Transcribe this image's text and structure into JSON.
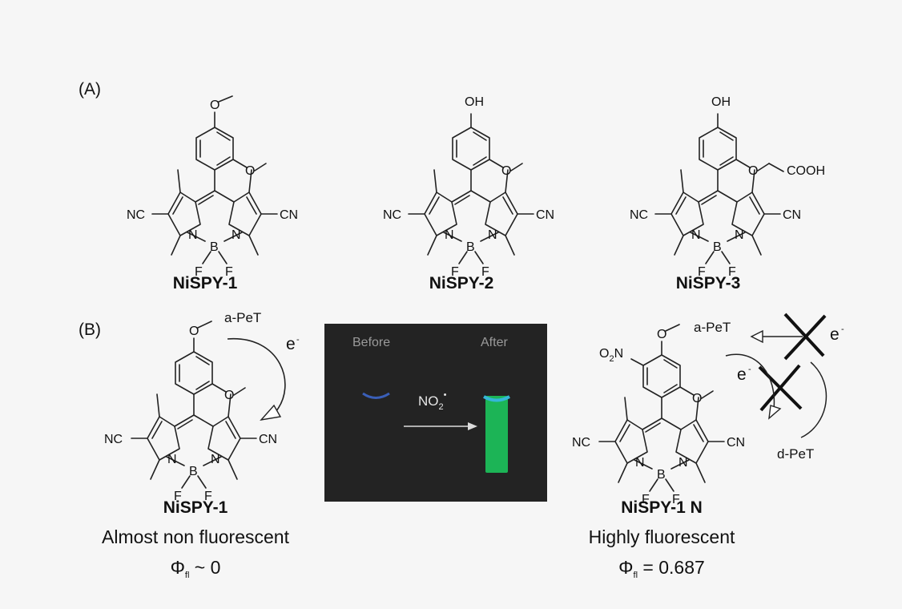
{
  "panels": {
    "a": "(A)",
    "b": "(B)"
  },
  "atoms": {
    "nc": "NC",
    "cn": "CN",
    "n": "N",
    "b": "B",
    "f": "F",
    "oh": "OH",
    "o": "O",
    "cooh": "COOH",
    "no2_o": "O",
    "no2_2": "2",
    "no2_n": "N"
  },
  "compounds": {
    "c1": {
      "name": "NiSPY-1"
    },
    "c2": {
      "name": "NiSPY-2"
    },
    "c3": {
      "name": "NiSPY-3"
    },
    "c4": {
      "name": "NiSPY-1",
      "desc": "Almost non fluorescent",
      "phi_main": "Φ",
      "phi_sub": "fl",
      "phi_val": " ~ 0"
    },
    "c5": {
      "name": "NiSPY-1 N",
      "desc": "Highly fluorescent",
      "phi_main": "Φ",
      "phi_sub": "fl",
      "phi_val": " = 0.687"
    }
  },
  "mechanism": {
    "a_pet_left": "a-PeT",
    "a_pet_right": "a-PeT",
    "d_pet": "d-PeT",
    "electron": "e",
    "minus": "-"
  },
  "photo": {
    "before": "Before",
    "after": "After",
    "reagent_main": "NO",
    "reagent_sub": "2",
    "reagent_sup": "•"
  },
  "colors": {
    "photo_bg": "#232323",
    "fluor_green": "#1cb456",
    "blue_meniscus": "#3a5fb8",
    "cyan_meniscus": "#35b6d8"
  }
}
